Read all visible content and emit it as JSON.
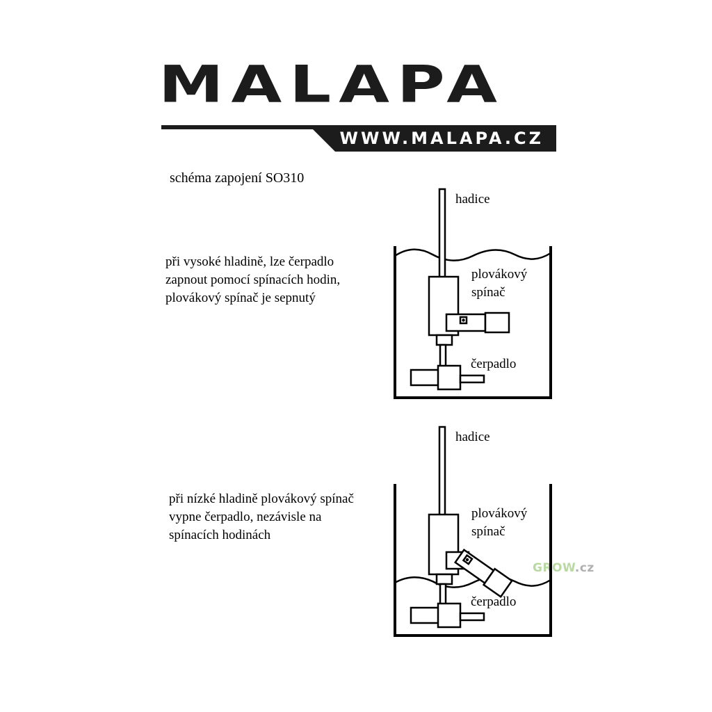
{
  "logo": {
    "wordmark": "MALAPA",
    "url": "WWW.MALAPA.CZ"
  },
  "title": "schéma zapojení SO310",
  "diagrams": [
    {
      "state": "high",
      "description": "při vysoké hladině, lze čerpadlo\nzapnout pomocí spínacích hodin,\nplovákový spínač je sepnutý",
      "labels": {
        "hose": "hadice",
        "float_switch": "plovákový\nspínač",
        "pump": "čerpadlo"
      }
    },
    {
      "state": "low",
      "description": "při nízké hladině plovákový spínač\nvypne čerpadlo, nezávisle na\nspínacích hodinách",
      "labels": {
        "hose": "hadice",
        "float_switch": "plovákový\nspínač",
        "pump": "čerpadlo"
      }
    }
  ],
  "watermark": {
    "brand": "GROW",
    "tld": ".cz"
  },
  "colors": {
    "logo_dark": "#1c1c1c",
    "watermark_green": "#b9d9a3",
    "line": "#000000"
  }
}
